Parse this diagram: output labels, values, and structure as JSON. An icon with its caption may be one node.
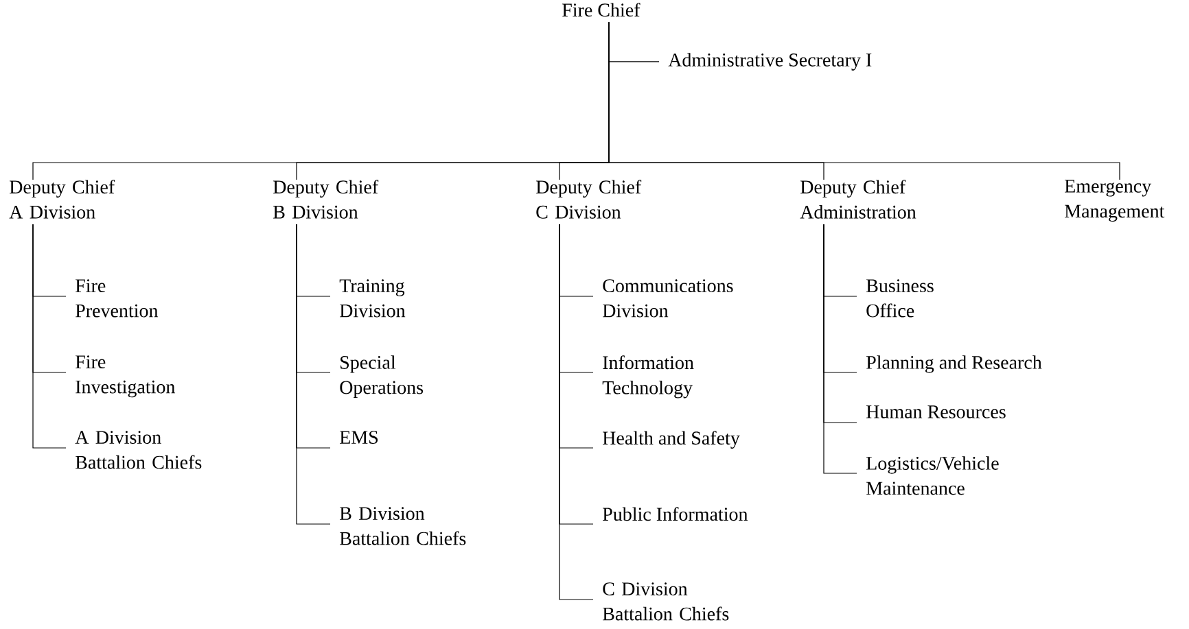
{
  "diagram": {
    "nodes": [
      {
        "text": [
          "Fire Chief"
        ]
      },
      {
        "text": [
          "Administrative Secretary I"
        ]
      },
      {
        "text": [
          "Deputy Chief A Division"
        ]
      },
      {
        "text": [
          "Deputy Chief B Division"
        ]
      },
      {
        "text": [
          "Deputy Chief C Division"
        ]
      },
      {
        "text": [
          "Deputy Chief Administration"
        ]
      },
      {
        "text": [
          "Emergency Management"
        ]
      },
      {
        "text": [
          "Fire Prevention"
        ]
      },
      {
        "text": [
          "Fire Investigation"
        ]
      },
      {
        "text": [
          "A Division Battalion Chiefs"
        ]
      },
      {
        "text": [
          "Training Division"
        ]
      },
      {
        "text": [
          "Special Operations"
        ]
      },
      {
        "text": [
          "EMS"
        ]
      },
      {
        "text": [
          "B Division Battalion Chiefs"
        ]
      },
      {
        "text": [
          "Communications Division"
        ]
      },
      {
        "text": [
          "Information Technology"
        ]
      },
      {
        "text": [
          "Health and Safety"
        ]
      },
      {
        "text": [
          "Public Information"
        ]
      },
      {
        "text": [
          "C Division Battalion Chiefs"
        ]
      },
      {
        "text": [
          "Business Office"
        ]
      },
      {
        "text": [
          "Planning and Research"
        ]
      },
      {
        "text": [
          "Human Resources"
        ]
      },
      {
        "text": [
          "Logistics/Vehicle Maintenance"
        ]
      }
    ],
    "edges": [
      {
        "from": 0,
        "to": 1,
        "arrow": "none"
      },
      {
        "from": 0,
        "to": 2,
        "arrow": "none"
      },
      {
        "from": 0,
        "to": 3,
        "arrow": "none"
      },
      {
        "from": 0,
        "to": 4,
        "arrow": "none"
      },
      {
        "from": 0,
        "to": 5,
        "arrow": "none"
      },
      {
        "from": 0,
        "to": 6,
        "arrow": "none"
      },
      {
        "from": 2,
        "to": 7,
        "arrow": "none"
      },
      {
        "from": 2,
        "to": 8,
        "arrow": "none"
      },
      {
        "from": 2,
        "to": 9,
        "arrow": "none"
      },
      {
        "from": 3,
        "to": 10,
        "arrow": "none"
      },
      {
        "from": 3,
        "to": 11,
        "arrow": "none"
      },
      {
        "from": 3,
        "to": 12,
        "arrow": "none"
      },
      {
        "from": 3,
        "to": 13,
        "arrow": "none"
      },
      {
        "from": 4,
        "to": 14,
        "arrow": "none"
      },
      {
        "from": 4,
        "to": 15,
        "arrow": "none"
      },
      {
        "from": 4,
        "to": 16,
        "arrow": "none"
      },
      {
        "from": 4,
        "to": 17,
        "arrow": "none"
      },
      {
        "from": 4,
        "to": 18,
        "arrow": "none"
      },
      {
        "from": 5,
        "to": 19,
        "arrow": "none"
      },
      {
        "from": 5,
        "to": 20,
        "arrow": "none"
      },
      {
        "from": 5,
        "to": 21,
        "arrow": "none"
      },
      {
        "from": 5,
        "to": 22,
        "arrow": "none"
      }
    ]
  }
}
